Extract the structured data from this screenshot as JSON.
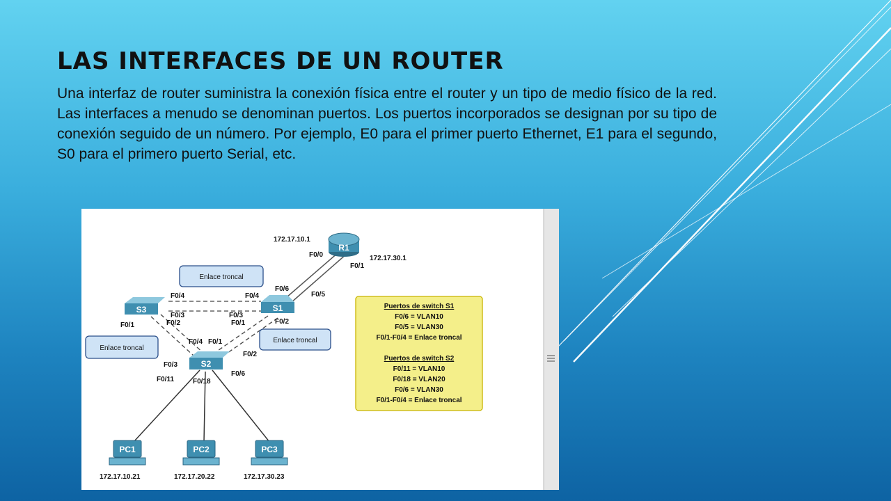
{
  "slide": {
    "title": "Las interfaces de un router",
    "body": "Una interfaz de router suministra la conexión física entre el router y un tipo de medio físico de la red. Las interfaces  a menudo se denominan puertos. Los puertos incorporados se designan por su tipo de conexión seguido de un número. Por ejemplo, E0 para el primer puerto Ethernet, E1 para el segundo, S0 para el primero puerto Serial, etc."
  },
  "diagram": {
    "devices": {
      "r1": "R1",
      "s1": "S1",
      "s2": "S2",
      "s3": "S3",
      "pc1": "PC1",
      "pc2": "PC2",
      "pc3": "PC3"
    },
    "ips": {
      "r1_left": "172.17.10.1",
      "r1_right": "172.17.30.1",
      "pc1": "172.17.10.21",
      "pc2": "172.17.20.22",
      "pc3": "172.17.30.23"
    },
    "ports": {
      "r1_f00": "F0/0",
      "r1_f01": "F0/1",
      "s1_f06": "F0/6",
      "s1_f05": "F0/5",
      "s1_f04": "F0/4",
      "s1_f03": "F0/3",
      "s1_f01": "F0/1",
      "s1_f02": "F0/2",
      "s3_f04": "F0/4",
      "s3_f03": "F0/3",
      "s3_f02": "F0/2",
      "s3_f01": "F0/1",
      "s2_f04": "F0/4",
      "s2_f01": "F0/1",
      "s2_f03": "F0/3",
      "s2_f02": "F0/2",
      "s2_f011": "F0/11",
      "s2_f018": "F0/18",
      "s2_f06": "F0/6"
    },
    "callouts": {
      "top": "Enlace troncal",
      "left": "Enlace troncal",
      "right": "Enlace troncal"
    },
    "legend": {
      "s1_heading": "Puertos de switch S1",
      "s1_lines": [
        "F0/6 = VLAN10",
        "F0/5 = VLAN30",
        "F0/1-F0/4 = Enlace troncal"
      ],
      "s2_heading": "Puertos de switch S2",
      "s2_lines": [
        "F0/11 = VLAN10",
        "F0/18 = VLAN20",
        "F0/6 = VLAN30",
        "F0/1-F0/4 = Enlace troncal"
      ]
    }
  },
  "colors": {
    "accent": "#1e84c0",
    "device_blue": "#3f8fb0",
    "callout_fill": "#cfe3f6",
    "legend_fill": "#f4ef8a",
    "legend_border": "#c8b400"
  }
}
